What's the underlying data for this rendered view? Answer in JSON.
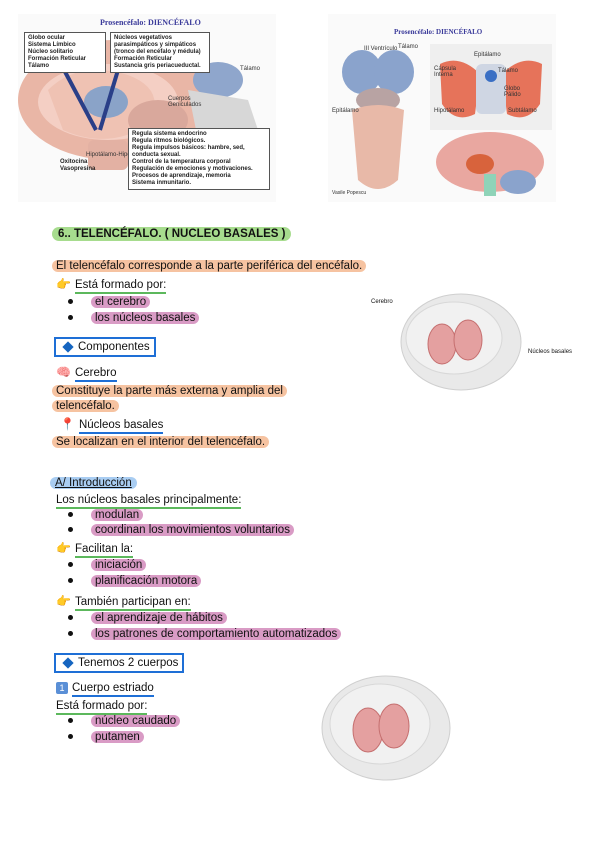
{
  "figures": {
    "left": {
      "title": "Prosencéfalo: DIENCÉFALO",
      "box1": [
        "Globo ocular",
        "Sistema Límbico",
        "Núcleo solitario",
        "Formación Reticular",
        "Tálamo"
      ],
      "box2": [
        "Núcleos vegetativos",
        "parasimpáticos y simpáticos",
        "(tronco del encéfalo y médula)",
        "Formación Reticular",
        "Sustancia gris periacueductal."
      ],
      "label_talamo": "Tálamo",
      "label_cuerpos": "Cuerpos Geniculados",
      "label_hipot": "Hipotálamo-Hipófisis",
      "hormones": [
        "Oxitocina",
        "Vasopresina"
      ],
      "box3": [
        "Regula sistema endocrino",
        "Regula ritmos biológicos.",
        "Regula impulsos básicos: hambre, sed, conducta sexual.",
        "Control de la temperatura corporal",
        "Regulación de emociones y motivaciones.",
        "Procesos de aprendizaje, memoria",
        "Sistema inmunitario."
      ]
    },
    "right": {
      "title": "Prosencéfalo: DIENCÉFALO",
      "labels": [
        "III Ventrículo",
        "Tálamo",
        "Epitálamo",
        "Epitálamo",
        "Tálamo",
        "Cápsula Interna",
        "Globo Pálido",
        "Hipotálamo",
        "Subtálamo"
      ],
      "credit": "Vasile Popescu"
    }
  },
  "section": {
    "title": "6.. TELENCÉFALO. ( NUCLEO BASALES )",
    "intro": "El telencéfalo corresponde a la parte periférica del encéfalo.",
    "formado_label": "Está formado por:",
    "formado_items": [
      "el cerebro",
      "los núcleos basales"
    ],
    "brain1_labels": {
      "cerebro": "Cerebro",
      "nucleos": "Núcleos basales"
    },
    "componentes": "Componentes",
    "cerebro_title": "Cerebro",
    "cerebro_desc_1": "Constituye la parte más externa y amplia del",
    "cerebro_desc_2": "telencéfalo.",
    "nucleos_title": "Núcleos basales",
    "nucleos_desc": "Se localizan en el interior del telencéfalo."
  },
  "intro_section": {
    "title": "A/ Introducción",
    "lead": "Los núcleos basales principalmente:",
    "lead_items": [
      "modulan",
      "coordinan los movimientos voluntarios"
    ],
    "facilitan_label": "Facilitan la:",
    "facilitan_items": [
      "iniciación",
      "planificación motora"
    ],
    "participan_label": "También participan en:",
    "participan_items": [
      "el aprendizaje de hábitos",
      "los patrones de comportamiento automatizados"
    ]
  },
  "cuerpos_section": {
    "title": "Tenemos 2 cuerpos",
    "num": "1",
    "subtitle": "Cuerpo estriado",
    "formado_label": "Está formado por:",
    "items": [
      "núcleo caudado",
      "putamen"
    ]
  },
  "colors": {
    "highlight_orange": "#f6c3a1",
    "highlight_pink": "#d99bc5",
    "highlight_green": "#a7dc8e",
    "accent_blue": "#1e6fd6"
  }
}
